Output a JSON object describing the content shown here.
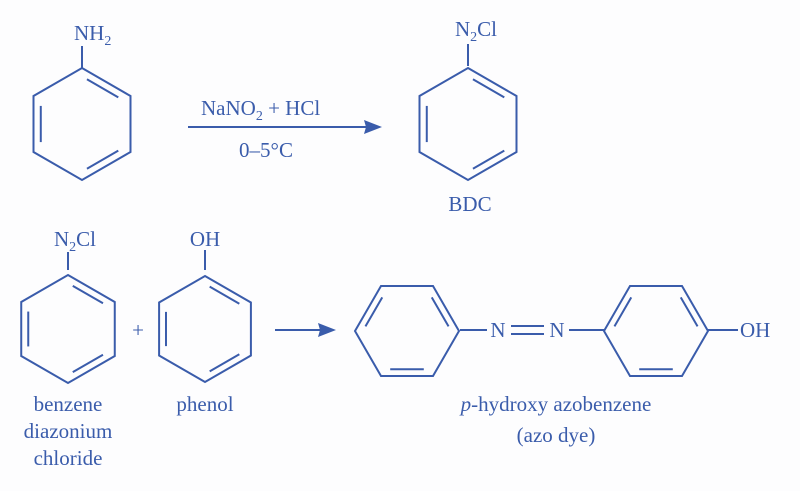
{
  "colors": {
    "ink": "#3a5cab"
  },
  "reaction1": {
    "reactant_group": "NH",
    "reactant_sub": "2",
    "reagent_a": "NaNO",
    "reagent_a_sub": "2",
    "reagent_b": " + HCl",
    "condition": "0–5°C",
    "product_group_a": "N",
    "product_group_sub": "2",
    "product_group_b": "Cl",
    "product_label": "BDC"
  },
  "reaction2": {
    "reactant1_group_a": "N",
    "reactant1_group_sub": "2",
    "reactant1_group_b": "Cl",
    "reactant1_label": [
      "benzene",
      "diazonium",
      "chloride"
    ],
    "plus": "+",
    "reactant2_group": "OH",
    "reactant2_label": "phenol",
    "azo_n1": "N",
    "azo_n2": "N",
    "product_group": "OH",
    "product_label_italic": "p",
    "product_label": "-hydroxy azobenzene",
    "product_sublabel": "(azo dye)"
  }
}
